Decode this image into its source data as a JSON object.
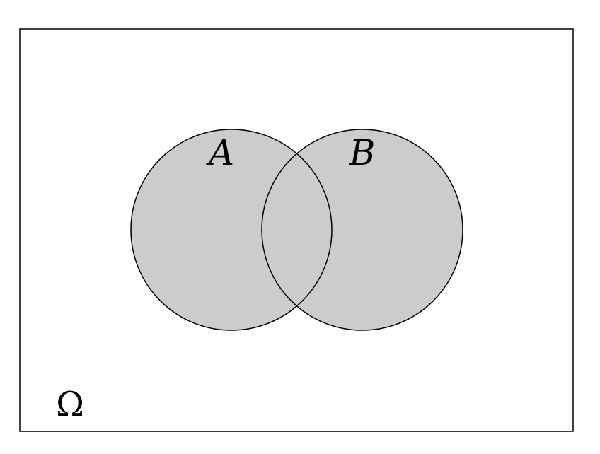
{
  "diagram": {
    "universe_label": "Ω",
    "sets": [
      {
        "label": "A"
      },
      {
        "label": "B"
      }
    ],
    "colors": {
      "fill": "#cccccc",
      "stroke": "#000000",
      "background": "#ffffff"
    }
  }
}
